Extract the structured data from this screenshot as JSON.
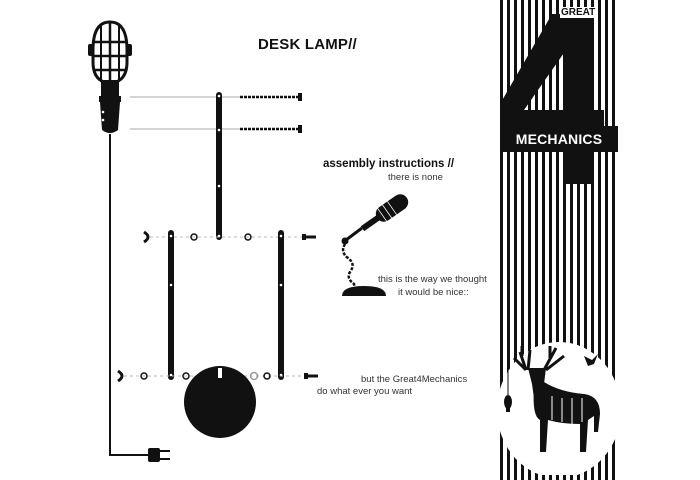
{
  "title": "DESK LAMP//",
  "assembly": {
    "heading": "assembly instructions //",
    "subtext": "there is none"
  },
  "captions": {
    "way_line1": "this is the way we thought",
    "way_line2": "it would be nice::",
    "but_line1": "but the Great4Mechanics",
    "but_line2": "do what ever you want"
  },
  "brand": {
    "top": "GREAT",
    "numeral": "4",
    "bottom": "MECHANICS"
  },
  "colors": {
    "ink": "#111111",
    "paper": "#ffffff"
  },
  "icons": [
    "cage-bulb-icon",
    "microphone-icon",
    "deer-icon",
    "plug-icon",
    "hanging-bulb-icon",
    "bird-icon"
  ]
}
